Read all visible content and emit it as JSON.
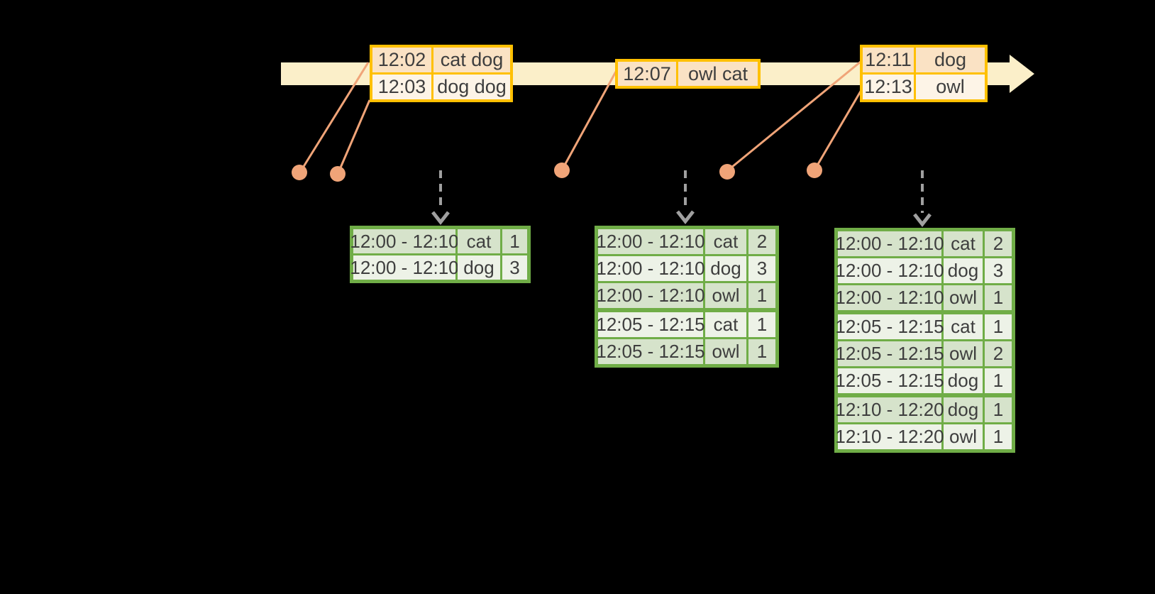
{
  "colors": {
    "background": "#000000",
    "gold_border": "#FFC000",
    "timeline_fill": "#FBEFC9",
    "event_row_dark": "#FAE2C4",
    "event_row_light": "#FDF4E7",
    "marker": "#F0A478",
    "result_border": "#70AD47",
    "result_row_dark": "#D6E3CB",
    "result_row_light": "#EDF2E7",
    "trigger_arrow": "#A0A0A0",
    "text": "#3E3E3E"
  },
  "event_tables": [
    {
      "rows": [
        {
          "time": "12:02",
          "words": "cat dog"
        },
        {
          "time": "12:03",
          "words": "dog dog"
        }
      ]
    },
    {
      "rows": [
        {
          "time": "12:07",
          "words": "owl cat"
        }
      ]
    },
    {
      "rows": [
        {
          "time": "12:11",
          "words": "dog"
        },
        {
          "time": "12:13",
          "words": "owl"
        }
      ]
    }
  ],
  "result_tables": [
    {
      "rows": [
        {
          "window": "12:00 - 12:10",
          "word": "cat",
          "count": "1"
        },
        {
          "window": "12:00 - 12:10",
          "word": "dog",
          "count": "3"
        }
      ]
    },
    {
      "rows": [
        {
          "window": "12:00 - 12:10",
          "word": "cat",
          "count": "2"
        },
        {
          "window": "12:00 - 12:10",
          "word": "dog",
          "count": "3"
        },
        {
          "window": "12:00 - 12:10",
          "word": "owl",
          "count": "1"
        },
        {
          "window": "12:05 - 12:15",
          "word": "cat",
          "count": "1"
        },
        {
          "window": "12:05 - 12:15",
          "word": "owl",
          "count": "1"
        }
      ]
    },
    {
      "rows": [
        {
          "window": "12:00 - 12:10",
          "word": "cat",
          "count": "2"
        },
        {
          "window": "12:00 - 12:10",
          "word": "dog",
          "count": "3"
        },
        {
          "window": "12:00 - 12:10",
          "word": "owl",
          "count": "1"
        },
        {
          "window": "12:05 - 12:15",
          "word": "cat",
          "count": "1"
        },
        {
          "window": "12:05 - 12:15",
          "word": "owl",
          "count": "2"
        },
        {
          "window": "12:05 - 12:15",
          "word": "dog",
          "count": "1"
        },
        {
          "window": "12:10 - 12:20",
          "word": "dog",
          "count": "1"
        },
        {
          "window": "12:10 - 12:20",
          "word": "owl",
          "count": "1"
        }
      ]
    }
  ]
}
